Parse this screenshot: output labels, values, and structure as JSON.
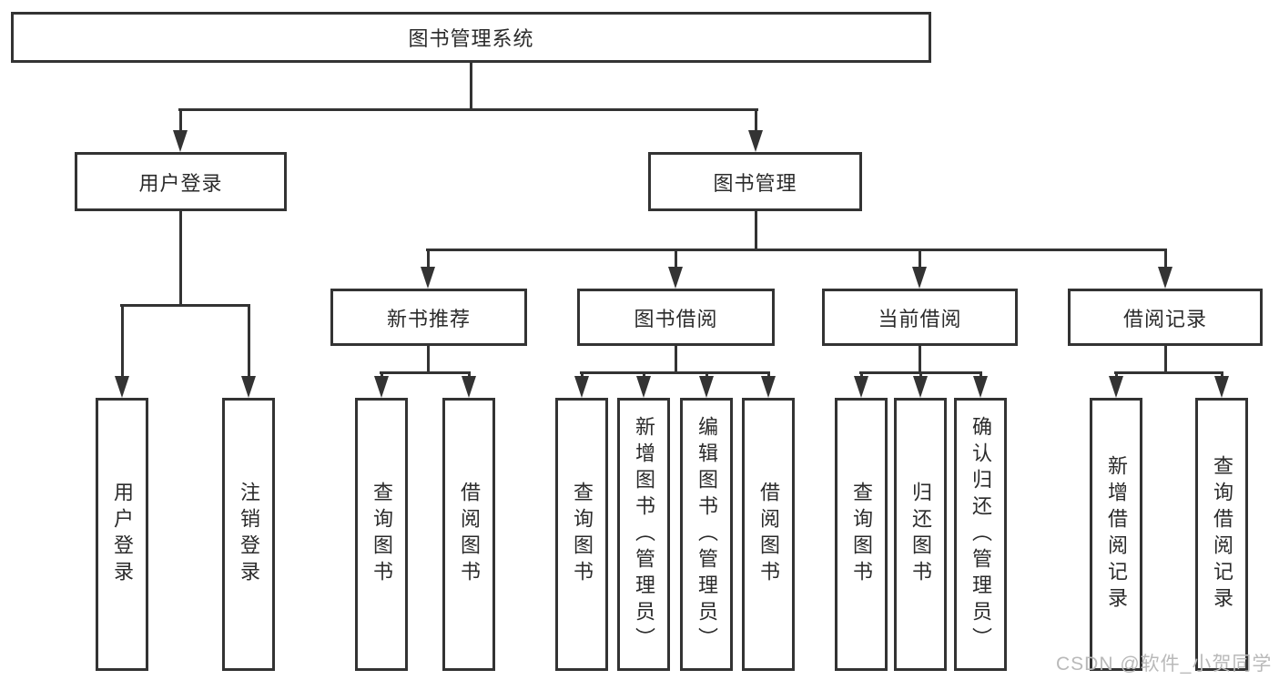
{
  "diagram": {
    "type": "tree",
    "root": "图书管理系统",
    "branches": {
      "user_login": {
        "label": "用户登录",
        "children": [
          "用户登录",
          "注销登录"
        ]
      },
      "book_mgmt": {
        "label": "图书管理",
        "children": {
          "new_book_rec": {
            "label": "新书推荐",
            "children": [
              "查询图书",
              "借阅图书"
            ]
          },
          "book_borrow": {
            "label": "图书借阅",
            "children": [
              "查询图书",
              "新增图书（管理员）",
              "编辑图书（管理员）",
              "借阅图书"
            ]
          },
          "current_borrow": {
            "label": "当前借阅",
            "children": [
              "查询图书",
              "归还图书",
              "确认归还（管理员）"
            ]
          },
          "borrow_records": {
            "label": "借阅记录",
            "children": [
              "新增借阅记录",
              "查询借阅记录"
            ]
          }
        }
      }
    }
  },
  "colors": {
    "line": "#333333",
    "text": "#2b2b2b",
    "box_fill": "#ffffff",
    "watermark": "#b9b9b9"
  },
  "watermark": {
    "text": "CSDN @软件_小贺同学"
  }
}
